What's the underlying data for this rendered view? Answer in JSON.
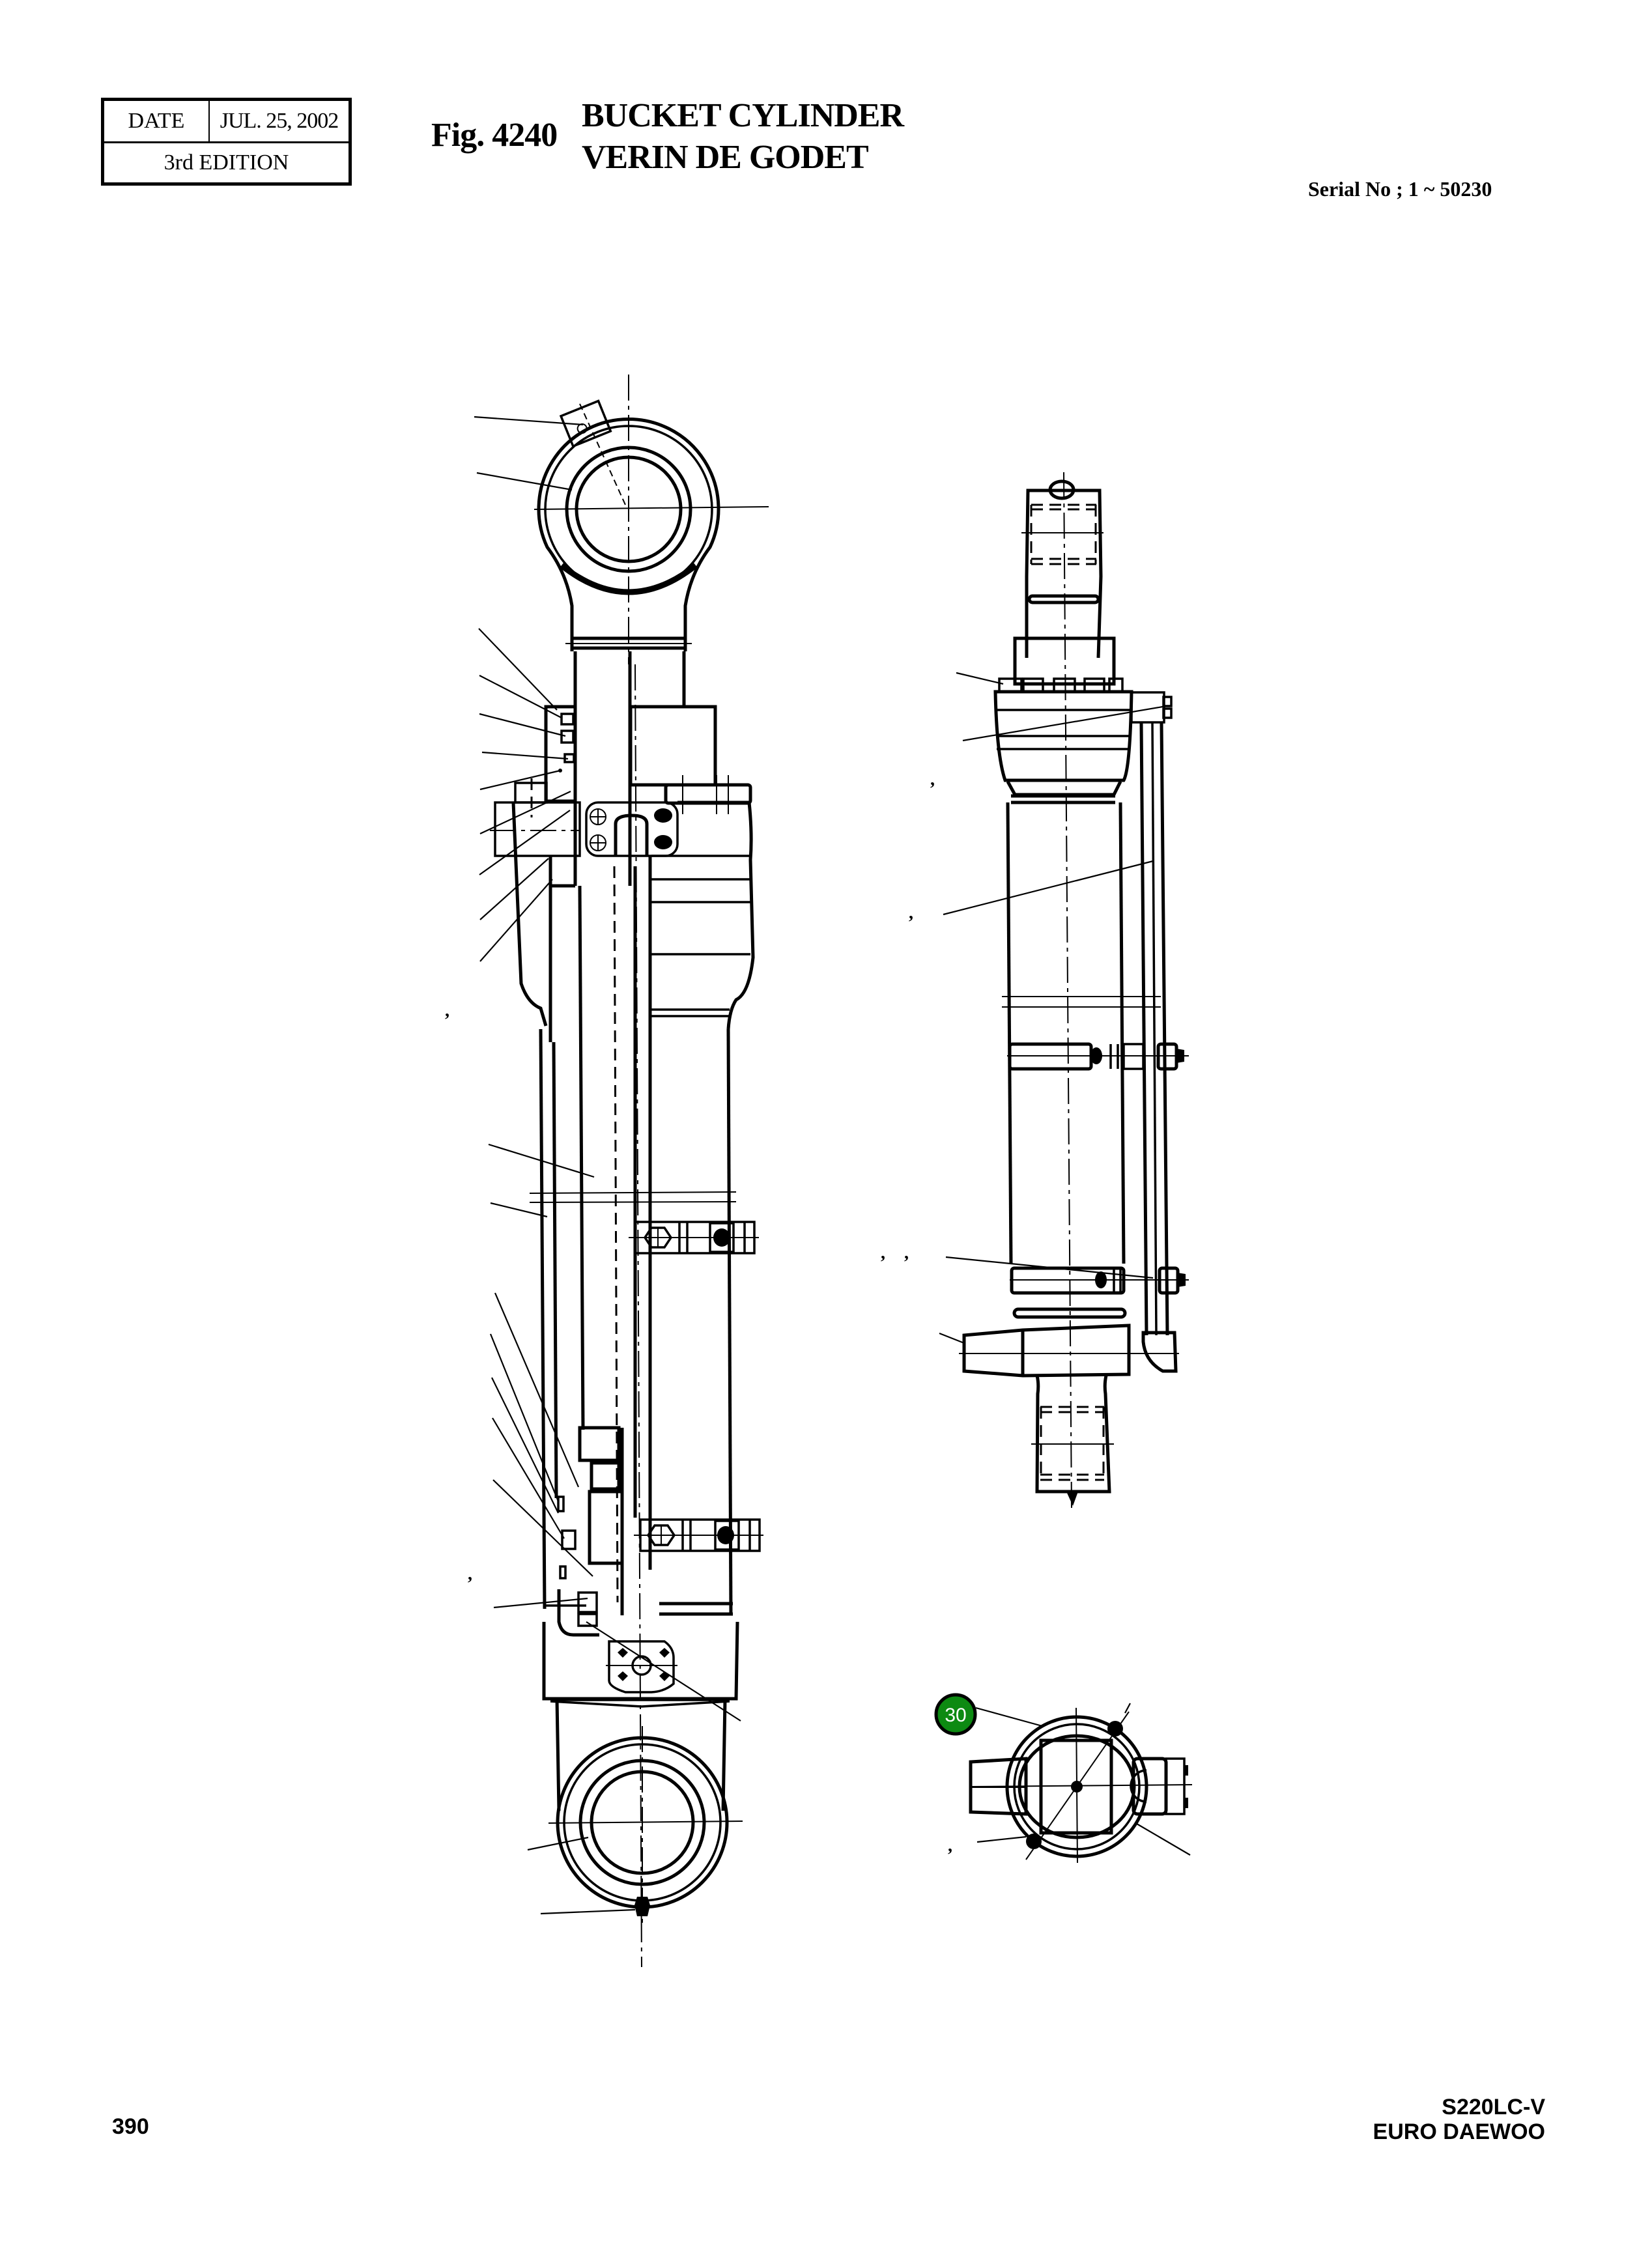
{
  "header": {
    "date_label": "DATE",
    "date_value": "JUL. 25, 2002",
    "edition": "3rd  EDITION",
    "figure_number": "Fig. 4240",
    "title_en": "BUCKET CYLINDER",
    "title_fr": "VERIN DE GODET",
    "serial": "Serial No ; 1 ~ 50230"
  },
  "drawing": {
    "views": [
      "side-section-view",
      "front-view",
      "end-view"
    ],
    "callouts": [
      {
        "label": "30",
        "color": "#0d8a12",
        "text_color": "#ffffff"
      }
    ],
    "stray_marks": [
      ",",
      ",",
      ",",
      ",",
      ",",
      ",",
      ","
    ]
  },
  "footer": {
    "page_number": "390",
    "model": "S220LC-V",
    "brand": "EURO DAEWOO"
  },
  "colors": {
    "callout_fill": "#0d8a12",
    "line": "#000000",
    "background": "#ffffff"
  }
}
